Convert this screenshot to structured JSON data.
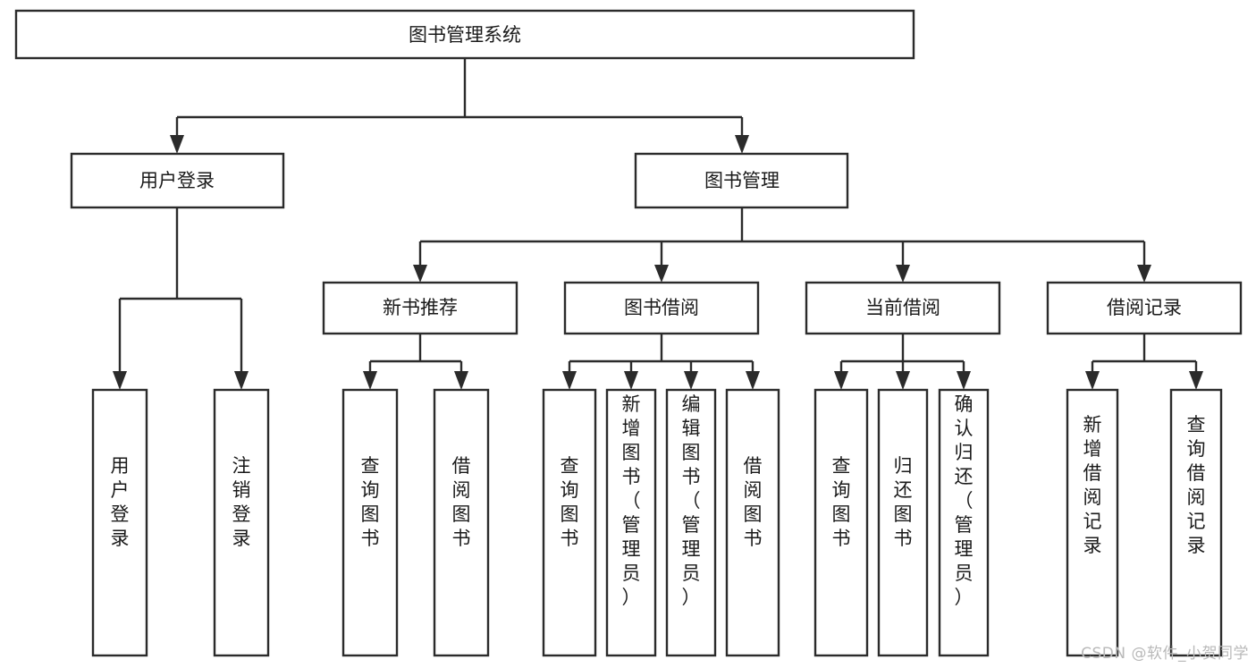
{
  "diagram": {
    "title": "图书管理系统",
    "type": "tree-hierarchy",
    "watermark": "CSDN @软件_小贺同学",
    "colors": {
      "background": "#ffffff",
      "box_fill": "#ffffff",
      "box_stroke": "#2b2b2b",
      "text": "#1a1a1a",
      "watermark": "#b9b9b9"
    },
    "nodes": {
      "root": {
        "label": "图书管理系统",
        "orientation": "horizontal"
      },
      "level2": [
        {
          "id": "user-login",
          "label": "用户登录",
          "orientation": "horizontal"
        },
        {
          "id": "book-manage",
          "label": "图书管理",
          "orientation": "horizontal"
        }
      ],
      "level3": [
        {
          "id": "new-book-recommend",
          "label": "新书推荐",
          "orientation": "horizontal"
        },
        {
          "id": "book-borrow",
          "label": "图书借阅",
          "orientation": "horizontal"
        },
        {
          "id": "current-borrow",
          "label": "当前借阅",
          "orientation": "horizontal"
        },
        {
          "id": "borrow-record",
          "label": "借阅记录",
          "orientation": "horizontal"
        }
      ],
      "leaves": [
        {
          "id": "leaf-user-login",
          "label": "用户登录",
          "parent": "user-login",
          "orientation": "vertical"
        },
        {
          "id": "leaf-logout",
          "label": "注销登录",
          "parent": "user-login",
          "orientation": "vertical"
        },
        {
          "id": "leaf-query-book-1",
          "label": "查询图书",
          "parent": "new-book-recommend",
          "orientation": "vertical"
        },
        {
          "id": "leaf-borrow-book-1",
          "label": "借阅图书",
          "parent": "new-book-recommend",
          "orientation": "vertical"
        },
        {
          "id": "leaf-query-book-2",
          "label": "查询图书",
          "parent": "book-borrow",
          "orientation": "vertical"
        },
        {
          "id": "leaf-add-book",
          "label": "新增图书（管理员）",
          "parent": "book-borrow",
          "orientation": "vertical"
        },
        {
          "id": "leaf-edit-book",
          "label": "编辑图书（管理员）",
          "parent": "book-borrow",
          "orientation": "vertical"
        },
        {
          "id": "leaf-borrow-book-2",
          "label": "借阅图书",
          "parent": "book-borrow",
          "orientation": "vertical"
        },
        {
          "id": "leaf-query-book-3",
          "label": "查询图书",
          "parent": "current-borrow",
          "orientation": "vertical"
        },
        {
          "id": "leaf-return-book",
          "label": "归还图书",
          "parent": "current-borrow",
          "orientation": "vertical"
        },
        {
          "id": "leaf-confirm-return",
          "label": "确认归还（管理员）",
          "parent": "current-borrow",
          "orientation": "vertical"
        },
        {
          "id": "leaf-add-record",
          "label": "新增借阅记录",
          "parent": "borrow-record",
          "orientation": "vertical"
        },
        {
          "id": "leaf-query-record",
          "label": "查询借阅记录",
          "parent": "borrow-record",
          "orientation": "vertical"
        }
      ]
    }
  }
}
